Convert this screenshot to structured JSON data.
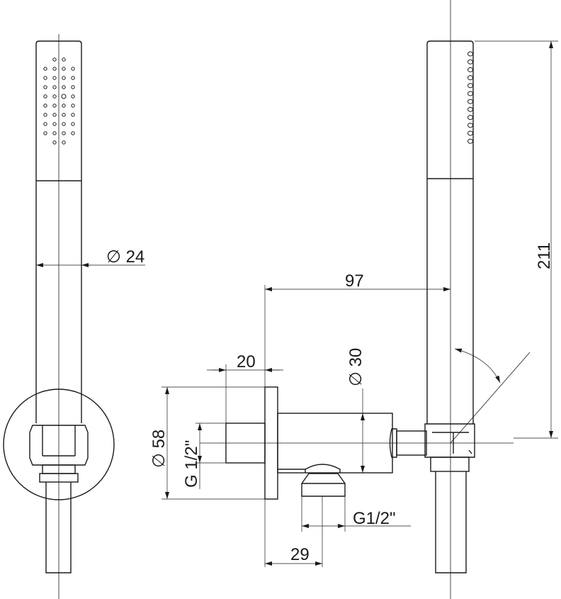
{
  "dimensions": {
    "handle_diameter": "∅ 24",
    "offset_97": "97",
    "height_211": "211",
    "depth_20": "20",
    "body_diameter_30": "∅ 30",
    "flange_diameter_58": "∅ 58",
    "thread_inlet": "G 1/2\"",
    "thread_outlet": "G1/2\"",
    "outlet_offset_29": "29"
  },
  "colors": {
    "line": "#1a1a1a",
    "background": "#ffffff"
  }
}
